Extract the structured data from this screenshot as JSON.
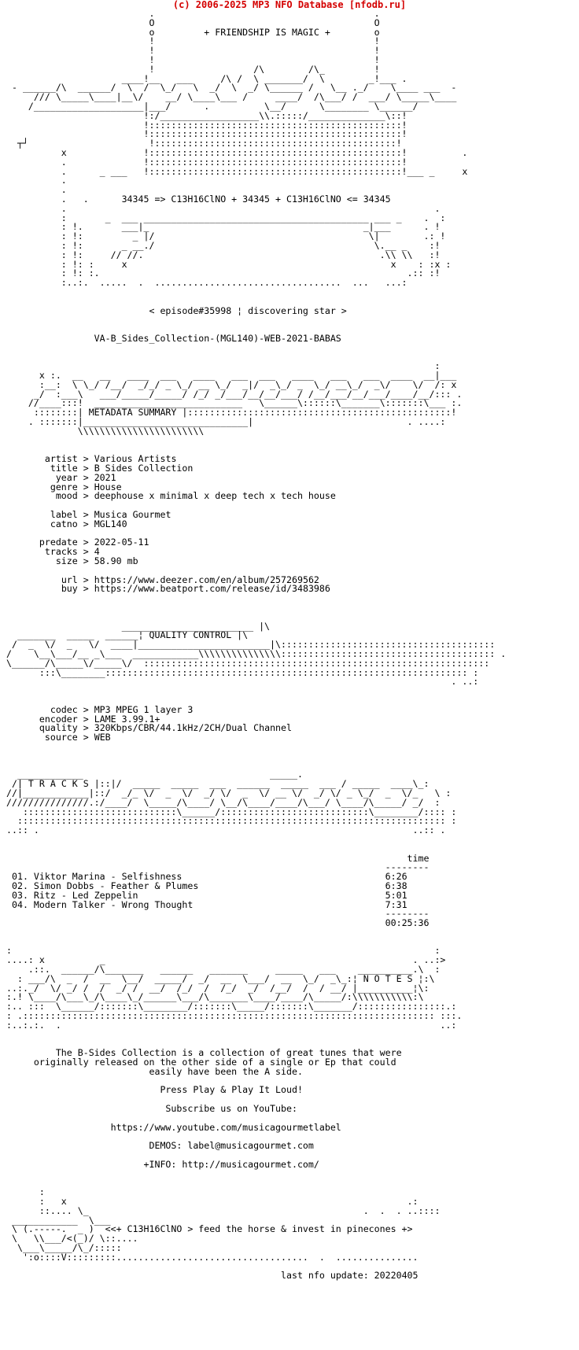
{
  "header_text": "(c) 2006-2025 MP3 NFO Database [nfodb.ru]",
  "art": {
    "top": "                          .                                        .\n                          O                                        O\n                          o         + FRIENDSHIP IS MAGIC +        o\n                          !                                        !\n                          !                                        !\n                          !                                        !\n                          !                  /\\        /\\_         !\n                     ____!__   ___     /\\ /  \\ _______/  \\        _!___ .\n - ______/\\  ______/  \\  /  \\_/   \\  _/  \\  _/ \\______ /   \\__ ._/    \\____ ___  -\n     /// \\_____\\____|__\\/    __/ \\____\\___ /     ____/  /\\___/ /  ___/ \\_____\\____\n    /____________________|___/      .          \\__/      \\________ \\______/\n                         !:/__________________\\\\.:::::/______________\\::!\n                         !::::::::::::::::::::::::::::::::::::::::::::::!\n                         !::::::::::::::::::::::::::::::::::::::::::::::!\n  ┬┘                      !::::::::::::::::::::::::::::::::::::::::::::!\n          x              !::::::::::::::::::::::::::::::::::::::::::::::!          .\n          .              !::::::::::::::::::::::::::::::::::::::::::::::!\n          .      _ ___   !::::::::::::::::::::::::::::::::::::::::::::::!___ _     x\n          .\n          .              ",
    "formula_line": "          .   .      34345 => C13H16ClNO + 34345 + C13H16ClNO <= 34345",
    "mid": "          .                                                                   .\n          :       _  ___ _________________________________________ ___ _    .  :\n          : !.       ___|_                                       _|___      . !\n          : !:         _ |/                                       \\|        .: !\n          : !:       _ __./                                        \\.__ _    :!\n          : !:     // //.                                           .\\\\ \\\\   :!\n          : !: :     x                                                x    : :x :\n          : !: :.                                                        .:: :!\n          :..:.  .....  .  ..................................  ...   ...:",
    "episode": "                          < episode#35998 ¦ discovering star >",
    "release": "                VA-B_Sides_Collection-(MGL140)-WEB-2021-BABAS",
    "meta_banner": "                                                                              :\n      x :.  __   __   ____  ___   ____   ___  ___   ____   ___   ___  ____  __|___ \n      :__:  \\ \\_/ /__/  _/_/ _ \\_/ __ \\_/  _|/  _\\_/ _  \\_/ __\\_/  _\\/    \\/  /: x\n     _/  :___\\   ___/_____/_____/ /_/ _/___/__/__/___/ /__/___/__/___/____/__/::: .\n    //____:::!  ___________________________   \\______\\::::::\\_______\\:::::::\\___ :.\n     ::::::::| ",
    "meta_banner_tail": " |::::::::::::::::::::::::::::::::::::::::::::::::!\n    . :::::::|______________________________|                            . ....:\n             \\\\\\\\\\\\\\\\\\\\\\\\\\\\\\\\\\\\\\\\\\\\\\",
    "quality_banner_head": "                     ________________________ |\\\n  _______  _____  ______¦ ",
    "quality_banner_tail": " |\\\n /  _  \\/  _   \\/  ____|________________________|\\:::::::::::::::::::::::::::::::::::::::\n/    \\__\\___/__ _\\___  ____________\\\\\\\\\\\\\\\\\\\\\\\\\\\\\\::::::::::::::::::::::::::::::::::::::: .\n\\______/\\_____\\/_____\\/  :::::::::::::::::::::::::::::::::::::::::::::::::::::::::::::::\n      :::\\________:::::::::::::::::::::::::::::::::::::::::::::::::::::::::::::::::: :\n                                                                                 . ..:",
    "tracks_banner_head": "  ____________                                  _____.\n /|",
    "tracks_banner_tail": "|::|/  _____  _____  ___  ______  _____  ___ / _____  ____\\_:\n//|____________|::/  _/_ \\/  _  \\/  _/ \\/  _  \\/ __ \\/  _/ \\/ _ \\_/  _  \\/_   \\ :\n///////////////.:/____/  \\_____/\\____/ \\__/\\____/____/\\___/ \\____/\\_____/ _/  :\n   ::::::::::::::::::::::::::::\\______/:::::::::::::::::::::::::::\\________/:::: :\n  :::::::::::::::::::::::::::::::::::::::::::::::::::::::::::::::::::::::::::::: :\n..:: .                                                                    ..:: .",
    "notes_banner_head": ":                                                                             :\n....: x          _                                                        . ..:>\n    .::.  ______/\\_______   ______   _______     _____   ___    __________.\\  :\n  : ___/\\  _  /  __  \\__/  _____/  _/  __  \\___/  __  \\_/  _\\_:¦",
    "notes_banner_tail": "¦:\\\n..:._/  \\/ _/ /  /  _/ /  __/  /_/  /  /_/  _/  /__/  /  / __/ |__________¦\\:\n:.! \\____/\\___\\_/\\____\\_/______\\___/\\_______\\____/____/\\_____/:\\\\\\\\\\\\\\\\\\\\\\:\\\n:.. :::  \\______/:::::::\\________/:::::::\\_____/:::::::\\_______/::::::::::::::::.:\n: .::::::::::::::::::::::::::::::::::::::::::::::::::::::::::::::::::::::::::: :::.\n:..:.:.  .                                                                     ..:",
    "footer_art": "      :\n      :   x                                                              .:\n      ::.... \\_                                                  .  .  . ..::::\n ____________  \\___                                                   \n \\ (.-----.  _ )  ",
    "footer_art_tail": "\n \\   \\\\___/<(_)/ \\::....\n  \\___\\_____/\\_/:::::\n   ':o::::V:::::::::...................................  .  ..............."
  },
  "metadata": {
    "banner_title": "METADATA SUMMARY",
    "fields": [
      {
        "label": "artist",
        "value": "Various Artists"
      },
      {
        "label": "title",
        "value": "B Sides Collection"
      },
      {
        "label": "year",
        "value": "2021"
      },
      {
        "label": "genre",
        "value": "House"
      },
      {
        "label": "mood",
        "value": "deephouse x minimal x deep tech x tech house"
      }
    ],
    "fields2": [
      {
        "label": "label",
        "value": "Musica Gourmet"
      },
      {
        "label": "catno",
        "value": "MGL140"
      }
    ],
    "fields3": [
      {
        "label": "predate",
        "value": "2022-05-11"
      },
      {
        "label": "tracks",
        "value": "4"
      },
      {
        "label": "size",
        "value": "58.90 mb"
      }
    ],
    "fields4": [
      {
        "label": "url",
        "value": "https://www.deezer.com/en/album/257269562"
      },
      {
        "label": "buy",
        "value": "https://www.beatport.com/release/id/3483986"
      }
    ]
  },
  "quality": {
    "banner_title": "QUALITY CONTROL",
    "fields": [
      {
        "label": "codec",
        "value": "MP3 MPEG 1 layer 3"
      },
      {
        "label": "encoder",
        "value": "LAME 3.99.1+"
      },
      {
        "label": "quality",
        "value": "320Kbps/CBR/44.1kHz/2CH/Dual Channel"
      },
      {
        "label": "source",
        "value": "WEB"
      }
    ]
  },
  "tracks": {
    "banner_title": " T R A C K S ",
    "time_header": "time",
    "time_rule": "--------",
    "items": [
      {
        "no": "01.",
        "title": "Viktor Marina - Selfishness",
        "time": "6:26"
      },
      {
        "no": "02.",
        "title": "Simon Dobbs - Feather & Plumes",
        "time": "6:38"
      },
      {
        "no": "03.",
        "title": "Ritz - Led Zeppelin",
        "time": "5:01"
      },
      {
        "no": "04.",
        "title": "Modern Talker - Wrong Thought",
        "time": "7:31"
      }
    ],
    "total_rule": "--------",
    "total": "00:25:36"
  },
  "notes": {
    "banner_title": " N O T E S ",
    "paragraph": [
      "The B-Sides Collection is a collection of great tunes that were",
      "originally released on the other side of a single or Ep that could",
      "easily have been the A side."
    ],
    "line1": "Press Play & Play It Loud!",
    "line2": "Subscribe us on YouTube:",
    "line3": "https://www.youtube.com/musicagourmetlabel",
    "line4": "DEMOS: label@musicagourmet.com",
    "line5": "+INFO: http://musicagourmet.com/"
  },
  "footer": {
    "tagline": "<<+ C13H16ClNO > feed the horse & invest in pinecones +>",
    "last_update": "last nfo update: 20220405"
  }
}
